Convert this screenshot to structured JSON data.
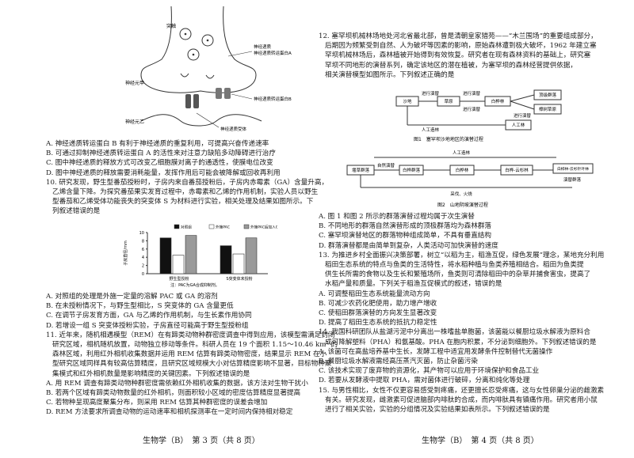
{
  "left": {
    "synapse_labels": {
      "vesicle": "突触",
      "pre": "神经元甲",
      "vesicle2": "神经递质",
      "transporterA_label": "神经递质转运蛋白A",
      "post": "神经元乙",
      "transporterB_label": "神经递质转运蛋白B",
      "receptor": "神经递质受体"
    },
    "q9_options": [
      "A. 神经递质转运蛋白 B 有利于神经递质的重复利用，可提高兴奋传递速率",
      "B. 可通过抑制神经递质转运蛋白 A 的活性来对注意力缺陷多动障碍进行治疗",
      "C. 图中神经递质的释放方式可改变乙细胞膜对离子的通透性，使膜电位改变",
      "D. 图中神经递质的释放需要消耗能量，发挥作用后可能会被降解或回收再利用"
    ],
    "q10_lines": [
      "10. 研究发现，野生型番茄授粉时，子房内来自番茄授粉后，子房内赤霉素（GA）含量升高，",
      "乙烯含量下降。为探究番茄果实发育过程中，赤霉素和乙烯的作用机制，实验人员以野生",
      "型番茄和乙烯受体功能丧失的突变体 S 为材料进行实验，相关处理及结果如图所示。下",
      "列叙述错误的是"
    ],
    "chart_data": {
      "type": "bar",
      "categories": [
        "野生型授粉",
        "S突变体未授粉"
      ],
      "series": [
        {
          "name": "对照组",
          "values": [
            8.7,
            6.8
          ]
        },
        {
          "name": "外施PAC",
          "values": [
            4.5,
            4.8
          ]
        },
        {
          "name": "外施PAC后加入GA",
          "values": [
            9.3,
            8.7
          ]
        }
      ],
      "ylabel": "子房直径/mm",
      "yticks": [
        "0",
        "2",
        "4",
        "6",
        "8",
        "10"
      ],
      "ylim": [
        0,
        10
      ],
      "note": "注：PAC为GA合成抑制剂。",
      "colors": [
        "#111111",
        "#ffffff",
        "#9a9a9a"
      ]
    },
    "q10_options": [
      "A. 对照组的处理是外施一定量的溶解 PAC 或 GA 的溶剂",
      "B. 在未授粉情况下，与野生型相比，S 突变体的 GA 含量更低",
      "C. 在调节子房发育方面，GA 与乙烯的作用机制，与生长素作用协同",
      "D. 若增设一组 S 突变体授粉实验，子房直径可能高于野生型授粉组"
    ],
    "q11_lines": [
      "11. 近年来，随机相遇模型（REM）在有蹄类动物种群密度调查中得到应用，该模型需满足封闭",
      "研究区域，相机随机放置，动物独立移动等条件。科研人员在 19 个面积 1.15～10.46 km² 的",
      "森林区域，利用红外相机收集数据并运用 REM 估算有蹄类动物密度，结果显示 REM 在小",
      "型研究区域同样具有较高估算精度，且研究区域规模大小对估算精度影响不显著，目标物种聚",
      "集模式和红外相机数量是影响精度的关键因素。下列叙述错误的是"
    ],
    "q11_options": [
      "A. 用 REM 调查有蹄类动物种群密度需依赖红外相机收集的数据，该方法对生物干扰小",
      "B. 若两个区域有蹄类动物数量的红外相机，则面积较小区域的密度估算精度显著提高",
      "C. 若物种呈现高度聚集分布，则采用 REM 估算其种群密度的误差会增加",
      "D. REM 方法要求所调查动物的运动速率和相机探测率在一定时间内保持相对稳定"
    ],
    "footer": "生物学（B）　第 3 页（共 8 页）"
  },
  "right": {
    "q12_lines": [
      "12. 塞罕坝机械林场地处河北省最北部，曾是清朝皇家猎苑——“木兰围场”的重要组成部分，",
      "后期因为频繁受到自然、人为破坏等因素的影响，原始森林遭到极大破坏，1962 年建立塞",
      "罕坝机械林场后，森林植被开始得到有效恢复。研究者在现有森林资料的基础上，研究塞",
      "罕坝不同地形的演替系列，确定该地区的潜在植被，为塞罕坝的森林经营提供依据，",
      "相关演替模型如图所示。下列叙述正确的是"
    ],
    "fig1": {
      "nodes": [
        "沙地",
        "草原",
        "白桦林",
        "顶级群落",
        "樟树草原",
        "人工林"
      ],
      "arrows": [
        "进行演替",
        "进行演替",
        "进行演替",
        "进行演替"
      ],
      "human": "人工造林",
      "caption": "图1　塞罕坝沙地地区的演替过程"
    },
    "fig2": {
      "nodes": [
        "堰草群落",
        "白桦群落",
        "白桦林",
        "白桦-云杉林",
        "白桦林-云杉针叶林",
        "演替群落"
      ],
      "top": "人工造林",
      "bottom": "采伐、火烧",
      "label": "自然演替",
      "caption": "图2　山地阴坡演替过程"
    },
    "q12_options": [
      "A. 图 1 和图 2 所示的群落演替过程均属于次生演替",
      "B. 不同地形的群落自然演替形成的顶极群落均为森林群落",
      "C. 塞罕坝演替地区的群落物种组成简单，不具有垂直结构",
      "D. 群落演替都是由简单到复杂，人类活动可加快演替的速度"
    ],
    "q13_lines": [
      "13. 为推进乡村全面振兴决策部署，树立“以稻为主，稻渔互促，绿色发展”理念，某地充分利用",
      "稻田生态系统的特点与鱼类的生活特性，将水稻种植与鱼类养殖相结合。稻田为鱼类提",
      "供生长所需的食物以及生长和繁殖场所，鱼类则可清除稻田中的杂草并捕食害虫，提高了",
      "水稻产量和质量。下列关于稻渔互促模式的叙述，错误的是"
    ],
    "q13_options": [
      "A. 可调整稻田生态系统能量流动方向",
      "B. 可减少农药化肥使用，助力增产增收",
      "C. 使稻田群落演替的方向发生显著改变",
      "D. 提高了稻田生态系统的抵抗力稳定性"
    ],
    "q14_lines": [
      "14. 我国科研团队从盐湖污泥中分离出一株嗜盐单胞菌，该菌能以餐厨垃圾水解液为原料合",
      "成可降解塑料（PHA）和氨基酸。PHA 在胞内积累，不分泌到细胞外。下列叙述错误的是"
    ],
    "q14_options": [
      "A. 该菌可在高盐培养基中生长，发酵工程中适宜用发酵条件控制替代无菌操作",
      "B. 餐厨垃圾水解液需经高压蒸汽灭菌，防止杂菌污染",
      "C. 该技术实现了废弃物的资源化，其产物可以应用于环境保护和食品工业",
      "D. 若要从发酵液中提取 PHA，需对菌体进行破碎，分离和纯化等处理"
    ],
    "q15_lines": [
      "15. 与男性相比，女性不仅更容易感受到疼痛，还更擅长忍受疼痛，这与女性卵巢分泌的雌激素",
      "有关。研究发现，雌激素可促进脑部内啡肽的合成，而内啡肽具有镇痛作用。研究者用小鼠",
      "进行了相关实验，实验的分组情况及实验结果如表所示。下列叙述错误的是"
    ],
    "footer": "生物学（B）　第 4 页（共 8 页）"
  }
}
